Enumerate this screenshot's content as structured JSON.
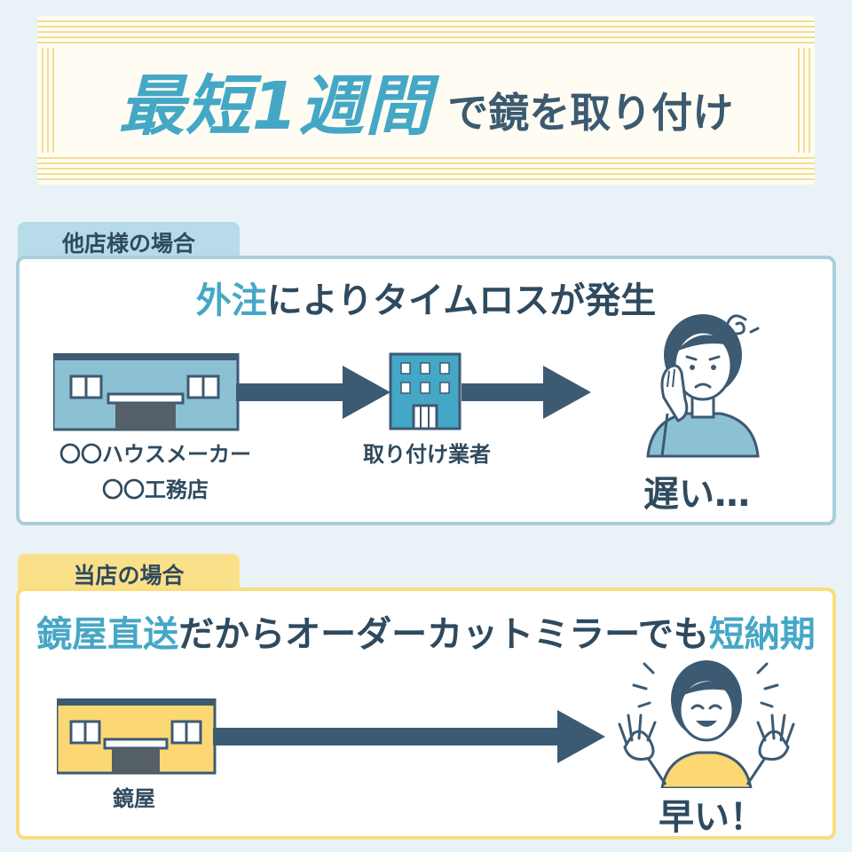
{
  "header": {
    "highlight": "最短1週間",
    "rest": "で鏡を取り付け"
  },
  "other_store": {
    "tab_label": "他店様の場合",
    "headline_accent": "外注",
    "headline_rest": "によりタイムロスが発生",
    "maker_line1": "〇〇ハウスメーカー",
    "maker_line2": "〇〇工務店",
    "installer_label": "取り付け業者",
    "reaction": "遅い…"
  },
  "our_store": {
    "tab_label": "当店の場合",
    "headline_accent1": "鏡屋直送",
    "headline_mid": "だからオーダーカットミラーでも",
    "headline_accent2": "短納期",
    "shop_label": "鏡屋",
    "reaction": "早い！"
  },
  "colors": {
    "background": "#e9f3f7",
    "accent_blue": "#45a7c6",
    "dark_navy": "#3d5a73",
    "box_border_blue": "#a9cfdc",
    "box_border_yellow": "#f9dd7e",
    "tab_blue": "#b7dbe8",
    "tab_yellow": "#fbe08a",
    "building_blue": "#8cc1d4",
    "building_yellow": "#fbd873",
    "banner_stripes": "#f7e2a2"
  },
  "icons": [
    "factory-icon",
    "office-building-icon",
    "arrow-right-icon",
    "worried-person-icon",
    "happy-person-icon"
  ]
}
